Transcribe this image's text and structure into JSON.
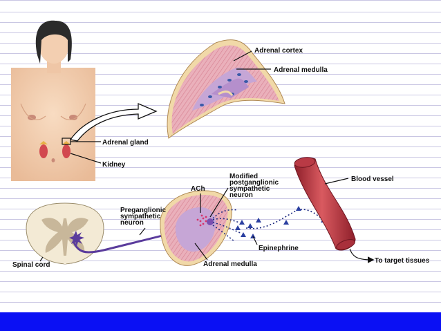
{
  "labels": {
    "adrenal_cortex": "Adrenal cortex",
    "adrenal_medulla_top": "Adrenal medulla",
    "adrenal_gland": "Adrenal gland",
    "kidney": "Kidney",
    "ach": "ACh",
    "modified_postganglionic": [
      "Modified",
      "postganglionic",
      "sympathetic",
      "neuron"
    ],
    "preganglionic": [
      "Preganglionic",
      "sympathetic",
      "neuron"
    ],
    "blood_vessel": "Blood vessel",
    "epinephrine": "Epinephrine",
    "adrenal_medulla_bottom": "Adrenal medulla",
    "spinal_cord": "Spinal cord",
    "to_target_tissues": "To target tissues"
  },
  "colors": {
    "ruled_lines": "#c9c6e3",
    "footer_bar": "#0a10f4",
    "skin": "#f4d2b5",
    "cortex_pink": "#e9a8b4",
    "medulla_lilac": "#c6a6d6",
    "capsule_tan": "#f1d9a8",
    "neuron_purple": "#5a3b9c",
    "epinephrine_blue": "#2a3fa0",
    "vessel_red": "#c9444c"
  }
}
